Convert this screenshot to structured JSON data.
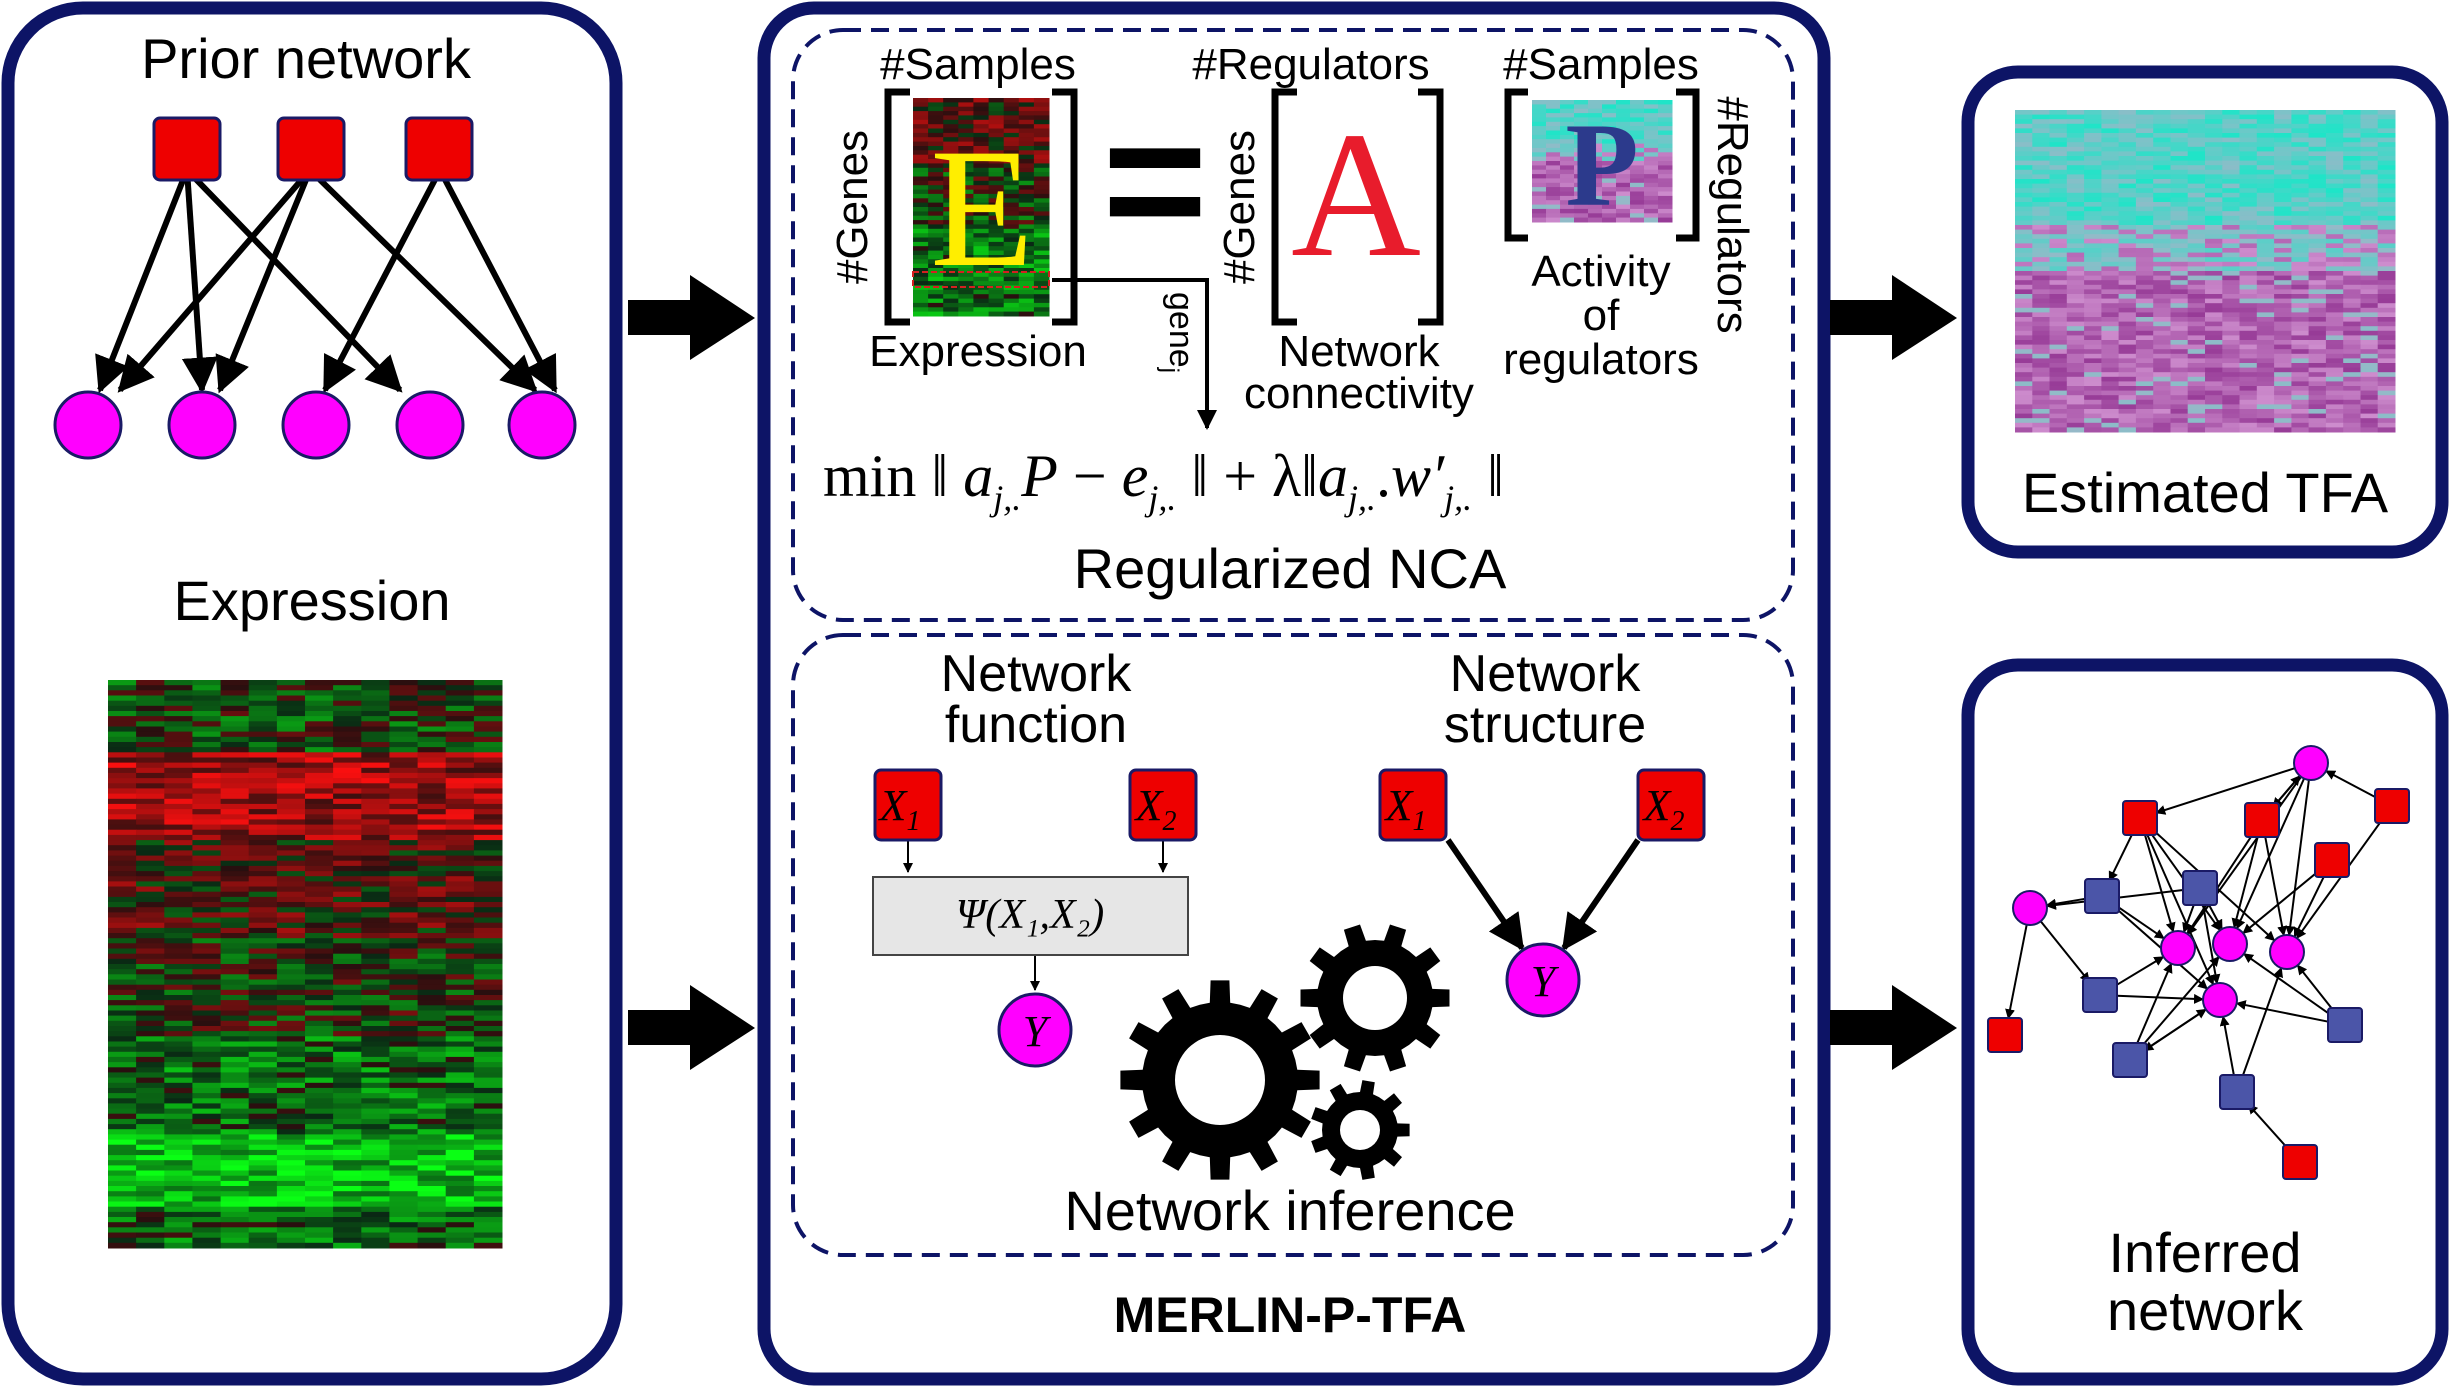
{
  "left_panel": {
    "prior_network_title": "Prior network",
    "expression_title": "Expression"
  },
  "nca": {
    "samples_label_1": "#Samples",
    "regulators_label_top": "#Regulators",
    "samples_label_2": "#Samples",
    "genes_label_1": "#Genes",
    "genes_label_2": "#Genes",
    "regulators_label_side": "#Regulators",
    "matrix_e_letter": "E",
    "equals_sign": "=",
    "matrix_a_letter": "A",
    "matrix_p_letter": "P",
    "expression_caption": "Expression",
    "network_caption_1": "Network",
    "network_caption_2": "connectivity",
    "activity_caption_1": "Activity",
    "activity_caption_2": "of",
    "activity_caption_3": "regulators",
    "gene_j_label": "gene",
    "gene_j_sub": "j",
    "formula": "min ‖ a_j,. P − e_j,. ‖ + λ‖a_j,. .w′_j,. ‖",
    "title": "Regularized NCA"
  },
  "inference": {
    "function_title_1": "Network",
    "function_title_2": "function",
    "structure_title_1": "Network",
    "structure_title_2": "structure",
    "x1": "X",
    "x1_sub": "1",
    "x2": "X",
    "x2_sub": "2",
    "y": "Y",
    "psi": "Ψ(X₁,X₂)",
    "title": "Network inference"
  },
  "framework_title": "MERLIN-P-TFA",
  "outputs": {
    "tfa_title": "Estimated TFA",
    "network_title_1": "Inferred",
    "network_title_2": "network"
  },
  "colors": {
    "frame": "#0d1466",
    "regulator": "#ee0000",
    "target": "#ff00ff",
    "blue_node": "#4b55a8",
    "heatmap_red": "#d81c2c",
    "heatmap_green": "#3cd048",
    "tfa_cyan": "#46d8d0",
    "tfa_magenta": "#d070c8"
  },
  "icons": [
    "gear-icon"
  ]
}
